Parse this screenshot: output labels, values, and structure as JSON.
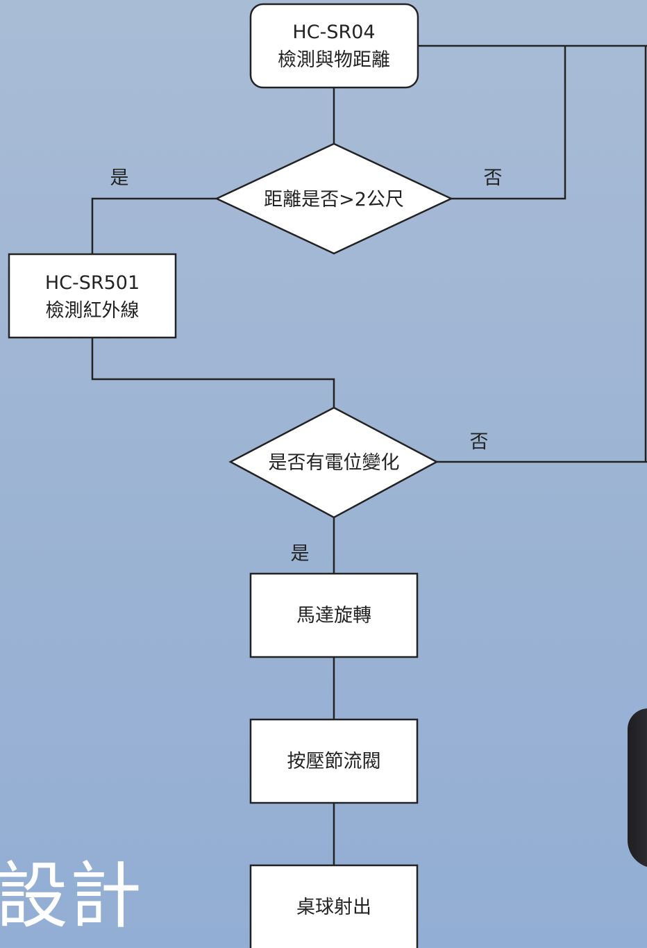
{
  "nodes": [
    {
      "id": "sr04",
      "lines": [
        "HC-SR04",
        "檢測與物距離"
      ]
    },
    {
      "id": "dist_check",
      "lines": [
        "距離是否>2公尺"
      ]
    },
    {
      "id": "sr501",
      "lines": [
        "HC-SR501",
        "檢測紅外線"
      ]
    },
    {
      "id": "voltage_check",
      "lines": [
        "是否有電位變化"
      ]
    },
    {
      "id": "motor",
      "lines": [
        "馬達旋轉"
      ]
    },
    {
      "id": "valve",
      "lines": [
        "按壓節流閥"
      ]
    },
    {
      "id": "shoot",
      "lines": [
        "桌球射出"
      ]
    }
  ],
  "edge_labels": {
    "dist_yes": "是",
    "dist_no": "否",
    "voltage_no": "否",
    "voltage_yes": "是"
  },
  "background_text": "設計",
  "colors": {
    "stroke": "#222222",
    "fill": "#ffffff"
  }
}
